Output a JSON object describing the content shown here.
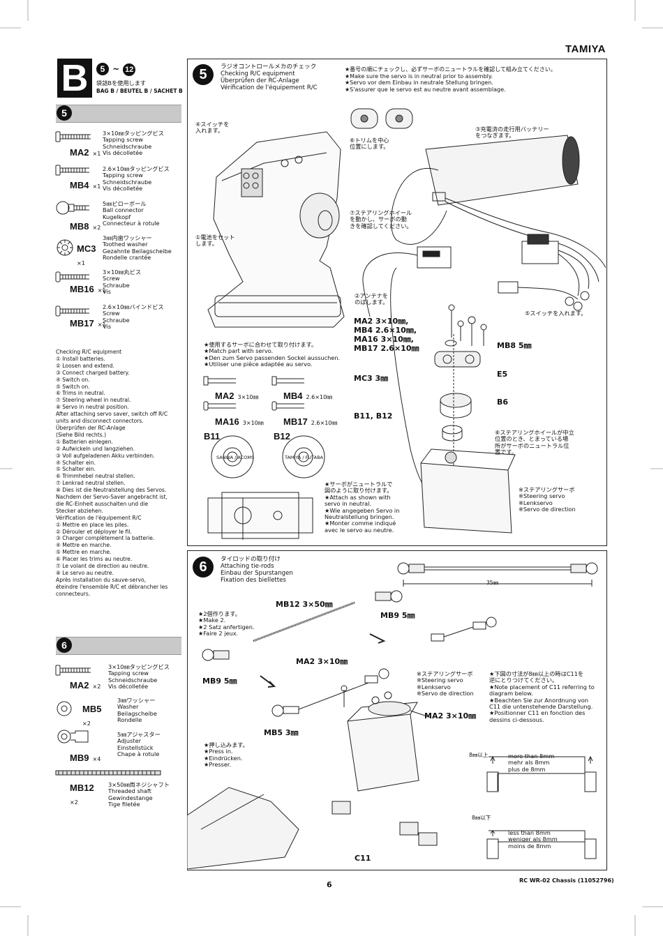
{
  "header": {
    "brand": "TAMIYA"
  },
  "bag": {
    "letter": "B",
    "range_start": "5",
    "range_sep": "~",
    "range_end": "12",
    "use_jp": "袋詰Bを使用します",
    "bag_label": "BAG B / BEUTEL B / SACHET B"
  },
  "sidebar5": {
    "step": "5",
    "parts": [
      {
        "code": "MA2",
        "qty": "×1",
        "text": "3×10㎜タッピングビス\nTapping screw\nSchneidschraube\nVis décolletée"
      },
      {
        "code": "MB4",
        "qty": "×1",
        "text": "2.6×10㎜タッピングビス\nTapping screw\nSchneidschraube\nVis décolletée"
      },
      {
        "code": "MB8",
        "qty": "×2",
        "text": "5㎜ピローボール\nBall connector\nKugelkopf\nConnecteur à rotule"
      },
      {
        "code": "MC3",
        "qty": "×1",
        "text": "3㎜内歯ワッシャー\nToothed washer\nGezahnte Beilagscheibe\nRondelle crantée"
      },
      {
        "code": "MB16",
        "qty": "×1",
        "text": "3×10㎜丸ビス\nScrew\nSchraube\nVis"
      },
      {
        "code": "MB17",
        "qty": "×1",
        "text": "2.6×10㎜バインドビス\nScrew\nSchraube\nVis"
      }
    ],
    "checking_text": "Checking R/C equipment\n① Install batteries.\n② Loosen and extend.\n③ Connect charged battery.\n④ Switch on.\n⑤ Switch on.\n⑥ Trims in neutral.\n⑦ Steering wheel in neutral.\n⑧ Servo in neutral position.\nAfter attaching servo saver, switch off R/C\nunits and disconnect connectors.\nÜberprüfen der RC-Anlage\n(Siehe Bild rechts.)\n① Batterien einlegen.\n② Aufwickeln und langziehen.\n③ Voll aufgeladenen Akku verbinden.\n④ Schalter ein.\n⑤ Schalter ein.\n⑥ Trimmhebel neutral stellen.\n⑦ Lenkrad neutral stellen.\n⑧ Dies ist die Neutralstellung des Servos.\nNachdem der Servo-Saver angebracht ist,\ndie RC-Einheit ausschalten und die\nStecker abziehen.\nVérification de l'équipement R/C\n① Mettre en place les piles.\n② Dérouler et déployer le fil.\n③ Charger complètement la batterie.\n④ Mettre en marche.\n⑤ Mettre en marche.\n⑥ Placer les trims au neutre.\n⑦ Le volant de direction au neutre.\n⑧ Le servo au neutre.\nAprès installation du sauve-servo,\néteindre l'ensemble R/C et débrancher les\nconnecteurs."
  },
  "sidebar6": {
    "step": "6",
    "parts": [
      {
        "code": "MA2",
        "qty": "×2",
        "text": "3×10㎜タッピングビス\nTapping screw\nSchneidschraube\nVis décolletée"
      },
      {
        "code": "MB5",
        "qty": "×2",
        "text": "3㎜ワッシャー\nWasher\nBeilagscheibe\nRondelle"
      },
      {
        "code": "MB9",
        "qty": "×4",
        "text": "5㎜アジャスター\nAdjuster\nEinstellstück\nChape à rotule"
      },
      {
        "code": "MB12",
        "qty": "×2",
        "text": "3×50㎜両ネジシャフト\nThreaded shaft\nGewindestange\nTige filetée"
      }
    ]
  },
  "step5": {
    "num": "5",
    "title": "ラジオコントロールメカのチェック\nChecking R/C equipment\nÜberprüfen der RC-Anlage\nVérification de l'équipement R/C",
    "note": "★番号の順にチェックし、必ずサーボのニュートラルを確認して組み立てください。\n★Make sure the servo is in neutral prior to assembly.\n★Servo vor dem Einbau in neutrale Stellung bringen.\n★S'assurer que le servo est au neutre avant assemblage.",
    "c4": "④スイッチを\n入れます。",
    "c6": "⑥トリムを中心\n位置にします。",
    "c3": "③充電済の走行用バッテリー\nをつなぎます。",
    "c7": "⑦ステアリングホイール\nを動かし、サーボの動\nきを確認してください。",
    "c1": "①電池をセット\nします。",
    "c2": "②アンテナを\nのばします。",
    "c5": "⑤スイッチを入れます。",
    "servo_note": "★使用するサーボに合わせて取り付けます。\n★Match part with servo.\n★Den zum Servo passenden Sockel aussuchen.\n★Utiliser une pièce adaptée au servo.",
    "screws": [
      {
        "code": "MA2",
        "size": "3×10㎜"
      },
      {
        "code": "MB4",
        "size": "2.6×10㎜"
      },
      {
        "code": "MA16",
        "size": "3×10㎜"
      },
      {
        "code": "MB17",
        "size": "2.6×10㎜"
      }
    ],
    "b11": "B11",
    "b12": "B12",
    "b11_marks": "SANWA / ACOMS",
    "b12_marks": "TAMIYA / FUTABA",
    "neutral_note": "★サーボがニュートラルで\n図のように取り付けます。\n★Attach as shown with\nservo in neutral.\n★Wie angegeben Servo in\nNeutralstellung bringen.\n★Monter comme indiqué\navec le servo au neutre.",
    "screw_list": "MA2 3×10㎜,\nMB4 2.6×10㎜,\nMA16 3×10㎜,\nMB17 2.6×10㎜",
    "mb8": "MB8 5㎜",
    "mc3": "MC3 3㎜",
    "e5": "E5",
    "b6": "B6",
    "b11b12": "B11, B12",
    "c8": "⑧ステアリングホイールが中立\n位置のとき、とまっている場\n所がサーボのニュートラル位\n置です。",
    "servo_label": "※ステアリングサーボ\n※Steering servo\n※Lenkservo\n※Servo de direction"
  },
  "step6": {
    "num": "6",
    "title": "タイロッドの取り付け\nAttaching tie-rods\nEinbau der Spurstangen\nFixation des biellettes",
    "dim": "35㎜",
    "mb12": "MB12 3×50㎜",
    "mb9a": "MB9 5㎜",
    "make2": "★2個作ります。\n★Make 2.\n★2 Satz anfertigen.\n★Faire 2 jeux.",
    "mb9b": "MB9 5㎜",
    "ma2a": "MA2 3×10㎜",
    "servo_label": "※ステアリングサーボ\n※Steering servo\n※Lenkservo\n※Servo de direction",
    "c11_note": "★下図の寸法が8㎜以上の時はC11を\n逆にとりつけてください。\n★Note placement of C11 referring to\ndiagram below.\n★Beachten Sie zur Anordnung von\nC11 die untenstehende Darstellung.\n★Positionner C11 en fonction des\ndessins ci-dessous.",
    "ma2b": "MA2 3×10㎜",
    "mb5": "MB5 3㎜",
    "press": "★押し込みます。\n★Press in.\n★Eindrücken.\n★Presser.",
    "over_jp": "8㎜以上",
    "over_txt": "more than 8mm\nmehr als 8mm\nplus de 8mm",
    "under_jp": "8㎜以下",
    "under_txt": "less than 8mm\nweniger als 8mm\nmoins de 8mm",
    "c11": "C11"
  },
  "footer": {
    "page": "6",
    "model": "RC WR-02 Chassis (11052796)"
  }
}
